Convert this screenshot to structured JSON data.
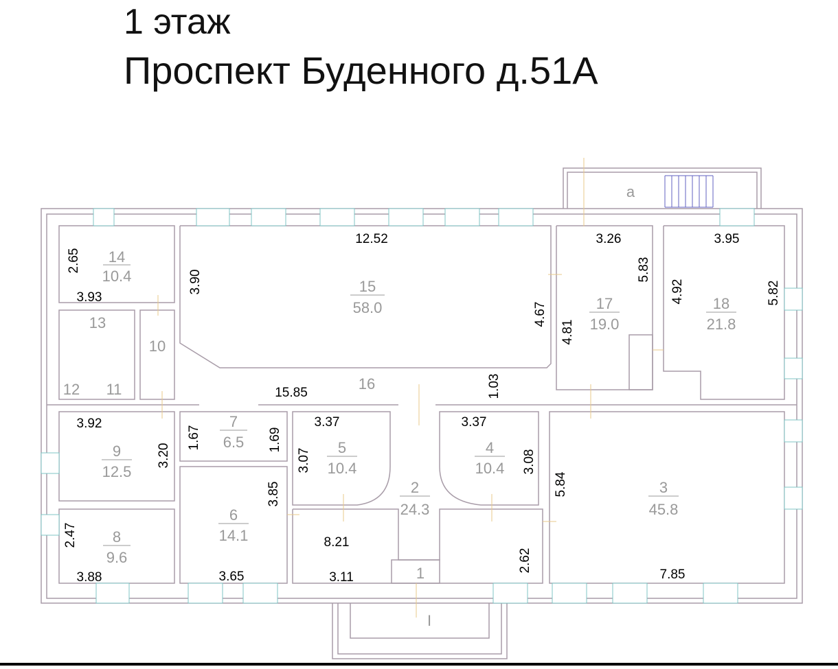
{
  "header": {
    "floor": "1 этаж",
    "address": "Проспект Буденного д.51А"
  },
  "rooms": [
    {
      "num": "14",
      "area": "10.4"
    },
    {
      "num": "15",
      "area": "58.0"
    },
    {
      "num": "17",
      "area": "19.0"
    },
    {
      "num": "18",
      "area": "21.8"
    },
    {
      "num": "13"
    },
    {
      "num": "10"
    },
    {
      "num": "12"
    },
    {
      "num": "11"
    },
    {
      "num": "16"
    },
    {
      "num": "7",
      "area": "6.5"
    },
    {
      "num": "9",
      "area": "12.5"
    },
    {
      "num": "5",
      "area": "10.4"
    },
    {
      "num": "4",
      "area": "10.4"
    },
    {
      "num": "2",
      "area": "24.3"
    },
    {
      "num": "3",
      "area": "45.8"
    },
    {
      "num": "6",
      "area": "14.1"
    },
    {
      "num": "8",
      "area": "9.6"
    },
    {
      "num": "1"
    },
    {
      "num": "a"
    },
    {
      "num": "I"
    }
  ],
  "dimensions": [
    "2.65",
    "3.93",
    "12.52",
    "3.90",
    "3.26",
    "5.83",
    "4.67",
    "4.81",
    "3.95",
    "4.92",
    "5.82",
    "15.85",
    "1.03",
    "3.92",
    "3.20",
    "1.67",
    "1.69",
    "3.37",
    "3.07",
    "3.37",
    "3.08",
    "5.84",
    "2.47",
    "3.88",
    "3.85",
    "3.65",
    "8.21",
    "3.11",
    "2.62",
    "7.85"
  ],
  "colors": {
    "wall": "#a89ca8",
    "window": "#7fc4c4",
    "door_mark": "#e8c98a",
    "room_label": "#999999"
  }
}
